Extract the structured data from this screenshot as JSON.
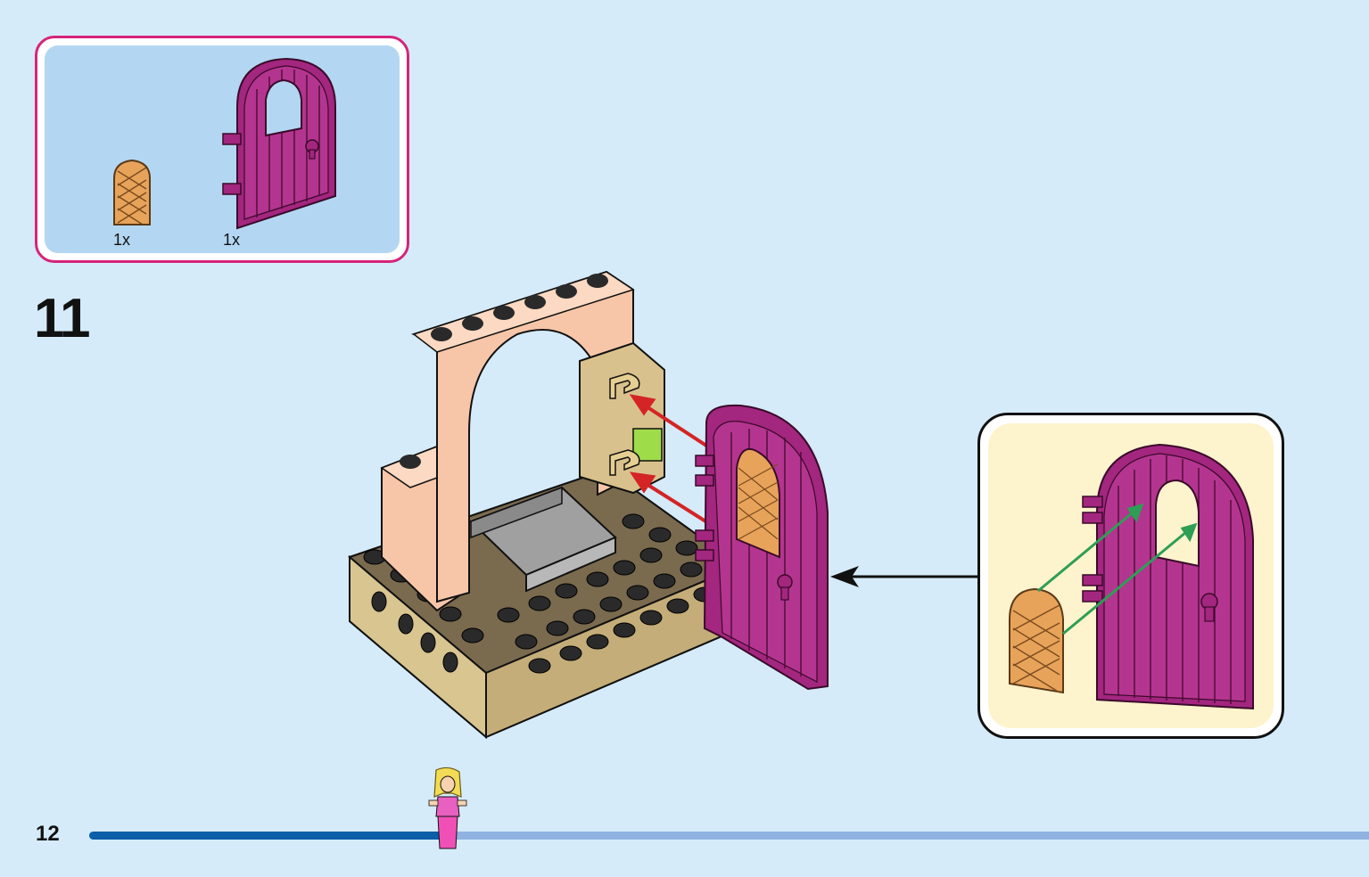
{
  "parts_list": {
    "items": [
      {
        "name": "window-lattice-orange",
        "quantity": "1x",
        "color": "#e8a35a"
      },
      {
        "name": "door-magenta",
        "quantity": "1x",
        "color": "#a3267f"
      }
    ],
    "border_color": "#d6247a",
    "background_color": "#b3d7f2"
  },
  "step": {
    "number": "11"
  },
  "callout": {
    "background_color": "#fdf3cc",
    "arrow_color": "#2e9e55"
  },
  "assembly": {
    "arrow_color": "#d42426"
  },
  "footer": {
    "page_number": "12",
    "progress": 0.28,
    "progress_fill_color": "#0b5ea8",
    "progress_track_color": "#8fb2e0"
  }
}
